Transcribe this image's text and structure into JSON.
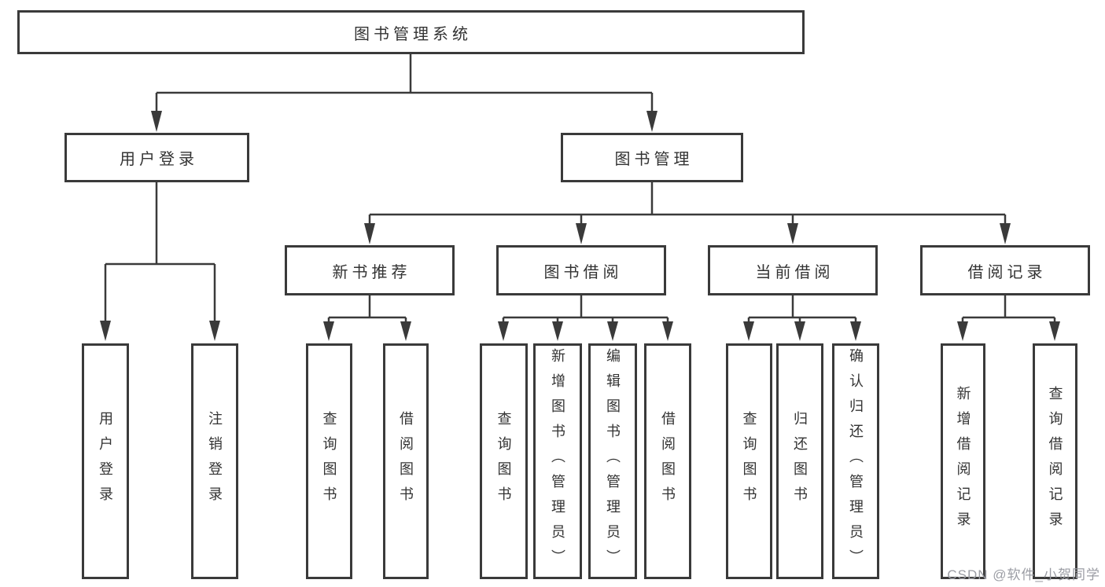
{
  "colors": {
    "background": "#ffffff",
    "line": "#3a3a3a",
    "box_border": "#3a3a3a",
    "text": "#333333",
    "watermark": "#9b9da4"
  },
  "watermark": {
    "text": "CSDN @软件_小贺同学"
  },
  "tree": {
    "root": "图书管理系统",
    "branches": [
      {
        "label": "用户登录",
        "children": [
          "用户登录",
          "注销登录"
        ]
      },
      {
        "label": "图书管理",
        "sections": [
          {
            "label": "新书推荐",
            "children": [
              "查询图书",
              "借阅图书"
            ]
          },
          {
            "label": "图书借阅",
            "children": [
              "查询图书",
              "新增图书（管理员）",
              "编辑图书（管理员）",
              "借阅图书"
            ]
          },
          {
            "label": "当前借阅",
            "children": [
              "查询图书",
              "归还图书",
              "确认归还（管理员）"
            ]
          },
          {
            "label": "借阅记录",
            "children": [
              "新增借阅记录",
              "查询借阅记录"
            ]
          }
        ]
      }
    ]
  }
}
